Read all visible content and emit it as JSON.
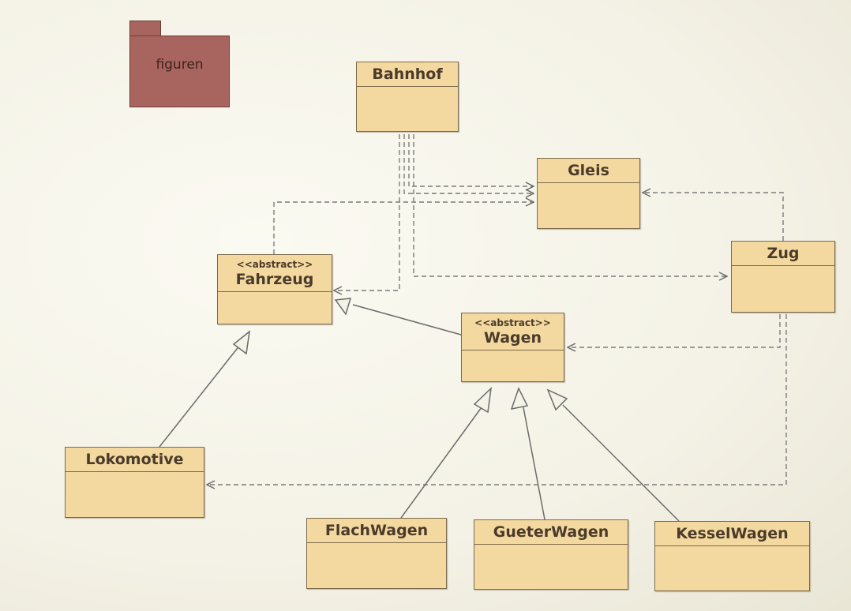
{
  "package": {
    "name": "figuren"
  },
  "classes": {
    "bahnhof": {
      "name": "Bahnhof"
    },
    "gleis": {
      "name": "Gleis"
    },
    "zug": {
      "name": "Zug"
    },
    "fahrzeug": {
      "stereotype": "<<abstract>>",
      "name": "Fahrzeug"
    },
    "wagen": {
      "stereotype": "<<abstract>>",
      "name": "Wagen"
    },
    "lokomotive": {
      "name": "Lokomotive"
    },
    "flachwagen": {
      "name": "FlachWagen"
    },
    "gueterwagen": {
      "name": "GueterWagen"
    },
    "kesselwagen": {
      "name": "KesselWagen"
    }
  },
  "relations": [
    {
      "kind": "generalization",
      "from": "Lokomotive",
      "to": "Fahrzeug"
    },
    {
      "kind": "generalization",
      "from": "Wagen",
      "to": "Fahrzeug"
    },
    {
      "kind": "generalization",
      "from": "FlachWagen",
      "to": "Wagen"
    },
    {
      "kind": "generalization",
      "from": "GueterWagen",
      "to": "Wagen"
    },
    {
      "kind": "generalization",
      "from": "KesselWagen",
      "to": "Wagen"
    },
    {
      "kind": "dependency",
      "from": "Bahnhof",
      "to": "Gleis"
    },
    {
      "kind": "dependency",
      "from": "Bahnhof",
      "to": "Gleis"
    },
    {
      "kind": "dependency",
      "from": "Bahnhof",
      "to": "Fahrzeug"
    },
    {
      "kind": "dependency",
      "from": "Bahnhof",
      "to": "Zug"
    },
    {
      "kind": "dependency",
      "from": "Fahrzeug",
      "to": "Gleis"
    },
    {
      "kind": "dependency",
      "from": "Zug",
      "to": "Gleis"
    },
    {
      "kind": "dependency",
      "from": "Zug",
      "to": "Wagen"
    },
    {
      "kind": "dependency",
      "from": "Zug",
      "to": "Lokomotive"
    }
  ]
}
